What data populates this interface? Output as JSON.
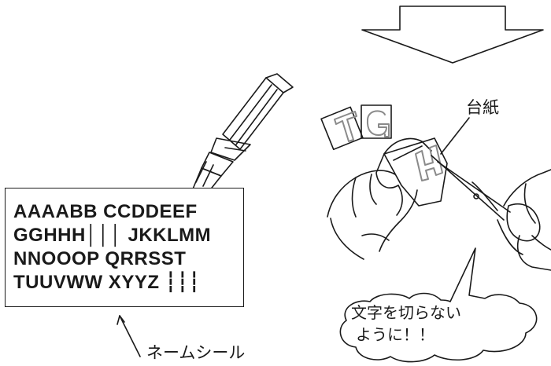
{
  "name_seal_sheet": {
    "rows": [
      "AAAABB CCDDEEF",
      "GGHHH│││ JKKLMM",
      "NNOOOP QRRSST",
      "TUUVWW XYYZ ┆┆┆"
    ]
  },
  "labels": {
    "name_seal": "ネームシール",
    "backing_paper": "台紙"
  },
  "speech_bubble": {
    "line1": "文字を切らない",
    "line2": "ように！！"
  },
  "letter_pieces": [
    "T",
    "G",
    "H"
  ],
  "colors": {
    "ink": "#1a1a1a",
    "letter_gray": "#8a8a8a",
    "background": "#ffffff"
  }
}
